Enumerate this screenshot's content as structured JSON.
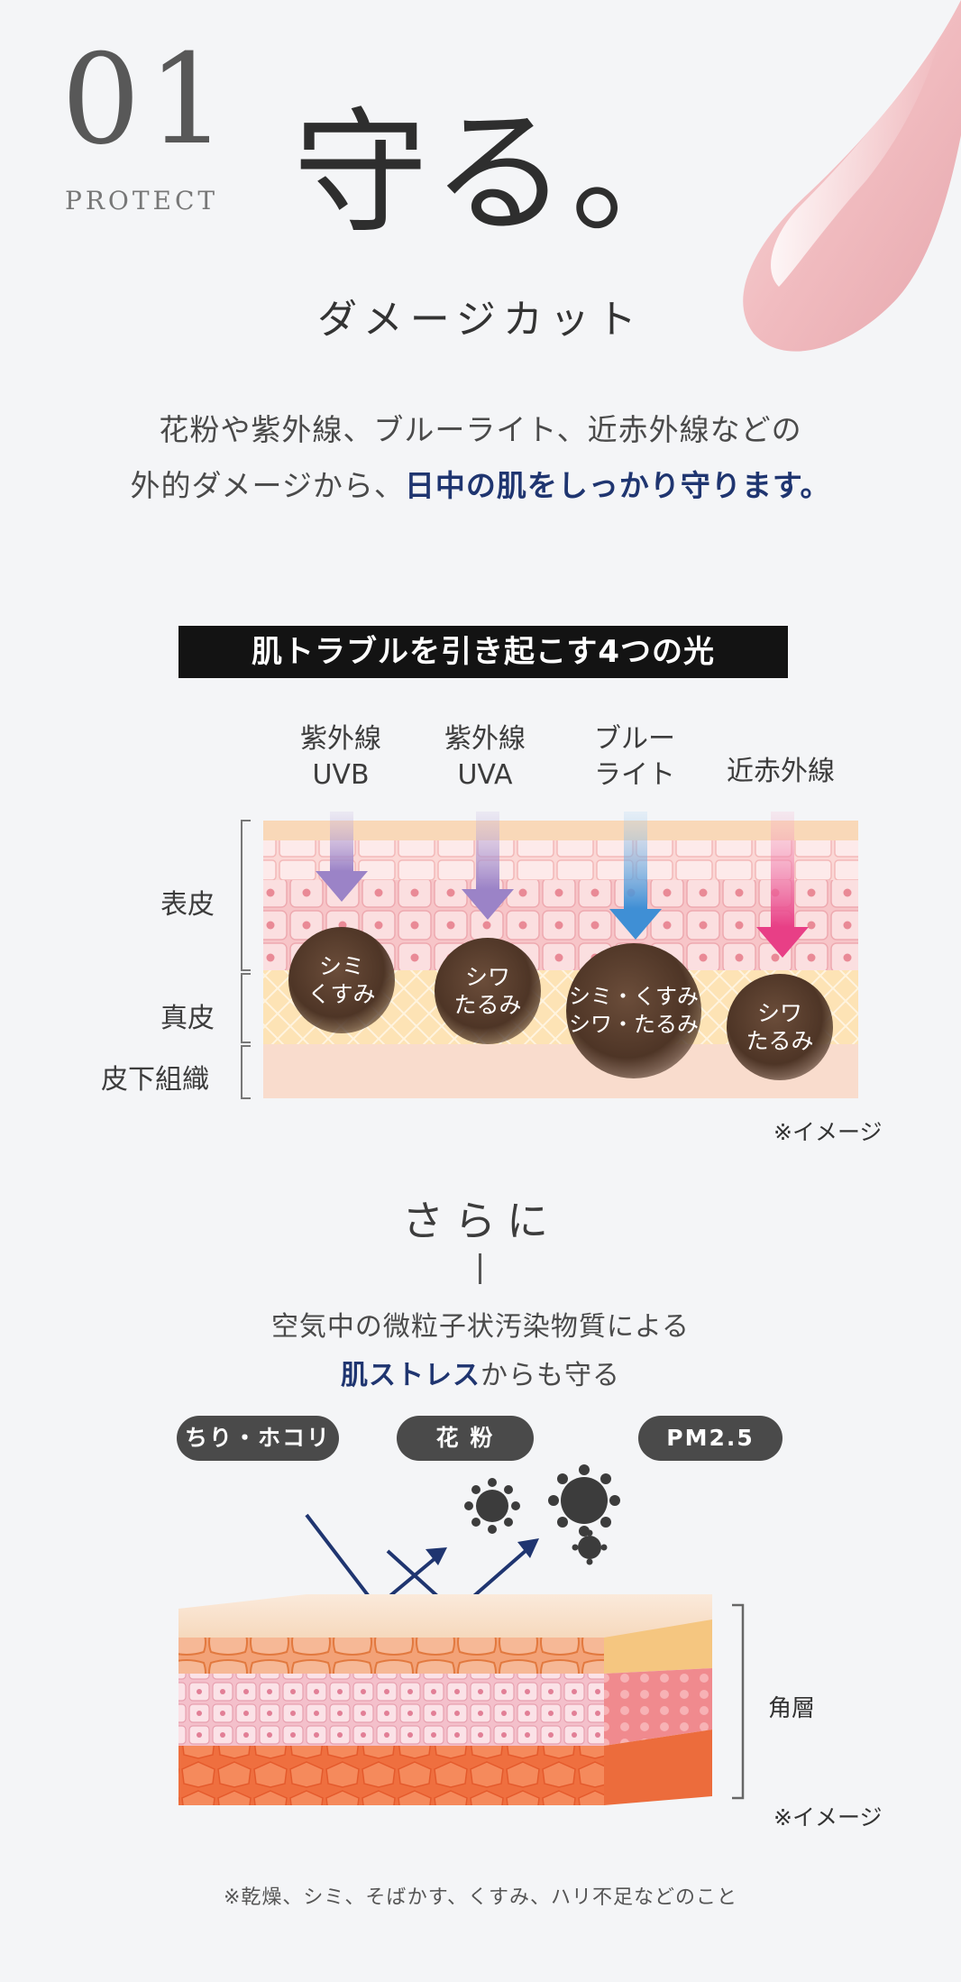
{
  "header": {
    "number": "01",
    "label_en": "PROTECT",
    "title": "守る。",
    "subtitle": "ダメージカット"
  },
  "intro": {
    "line1": "花粉や紫外線、ブルーライト、近赤外線などの",
    "line2_plain": "外的ダメージから、",
    "line2_emphasis": "日中の肌をしっかり守ります。"
  },
  "diagram": {
    "title": "肌トラブルを引き起こす4つの光",
    "rays": [
      {
        "line1": "紫外線",
        "line2": "UVB",
        "color": "#9b87c4"
      },
      {
        "line1": "紫外線",
        "line2": "UVA",
        "color": "#9b87c4"
      },
      {
        "line1": "ブルー",
        "line2": "ライト",
        "color": "#4e9ad8"
      },
      {
        "line1": "近赤外線",
        "line2": "",
        "color": "#ec4a8c"
      }
    ],
    "layers": {
      "epidermis": "表皮",
      "dermis": "真皮",
      "subcutis": "皮下組織"
    },
    "effects": [
      {
        "line1": "シミ",
        "line2": "くすみ"
      },
      {
        "line1": "シワ",
        "line2": "たるみ"
      },
      {
        "line1": "シミ・くすみ",
        "line2": "シワ・たるみ"
      },
      {
        "line1": "シワ",
        "line2": "たるみ"
      }
    ],
    "note": "※イメージ"
  },
  "more": {
    "title": "さらに",
    "line1": "空気中の微粒子状汚染物質による",
    "line2_emphasis": "肌ストレス",
    "line2_plain": "からも守る",
    "pollutants": [
      "ちり・ホコリ",
      "花 粉",
      "PM2.5"
    ],
    "layer_label": "角層",
    "note": "※イメージ",
    "footnote": "※乾燥、シミ、そばかす、くすみ、ハリ不足などのこと"
  },
  "colors": {
    "accent_navy": "#1f3570",
    "title_bar": "#131313",
    "pill": "#4a4a4a",
    "effect_brown": "#5a3f2e"
  }
}
